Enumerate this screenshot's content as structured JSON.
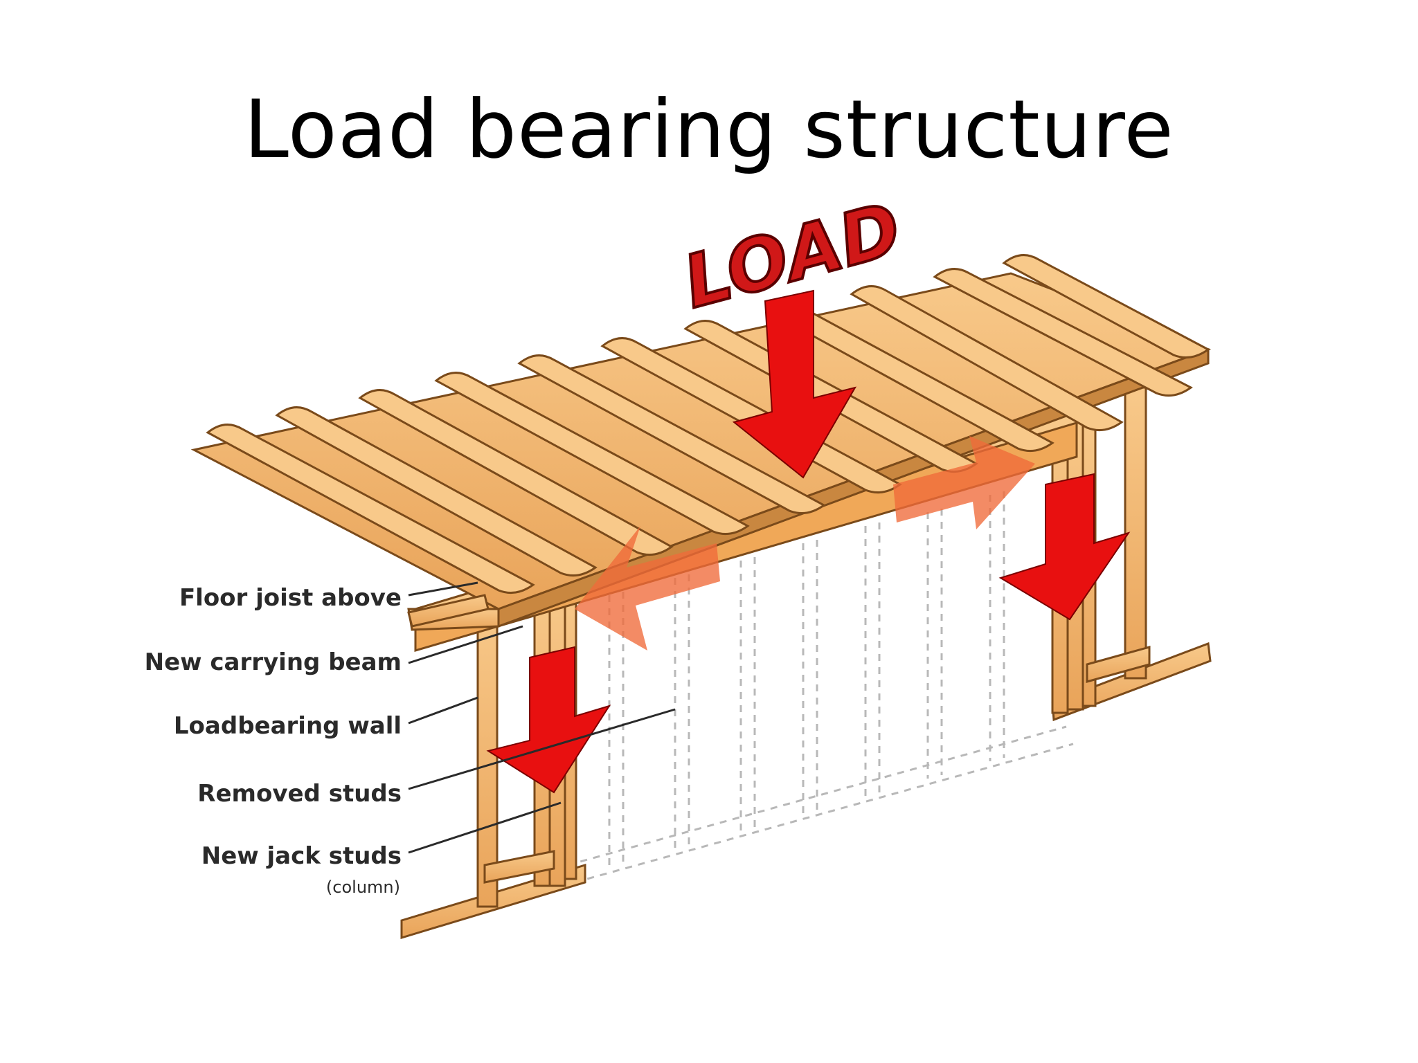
{
  "slide": {
    "title": "Load bearing structure"
  },
  "diagram": {
    "load_text": "LOAD",
    "labels": [
      {
        "text": "Floor joist above"
      },
      {
        "text": "New carrying beam"
      },
      {
        "text": "Loadbearing wall"
      },
      {
        "text": "Removed studs"
      },
      {
        "text": "New jack studs"
      }
    ],
    "column_note": "(column)",
    "colors": {
      "wood": "#f2b46c",
      "wood_dark": "#c98740",
      "wood_outline": "#7a4a1a",
      "arrow_red": "#e81010",
      "arrow_pink": "#f49a9a"
    }
  }
}
